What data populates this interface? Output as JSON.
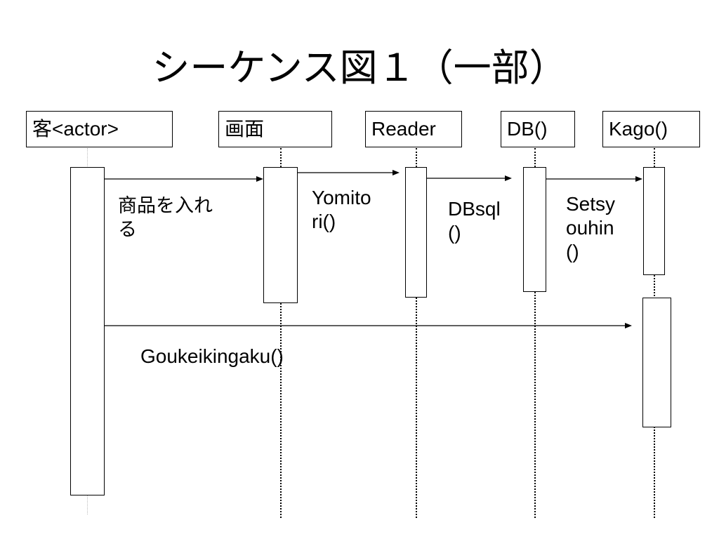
{
  "slide": {
    "title": "シーケンス図１（一部）"
  },
  "lifelines": [
    {
      "id": "customer",
      "label": "客<actor>"
    },
    {
      "id": "screen",
      "label": "画面"
    },
    {
      "id": "reader",
      "label": "Reader"
    },
    {
      "id": "db",
      "label": "DB()"
    },
    {
      "id": "kago",
      "label": "Kago()"
    }
  ],
  "messages": [
    {
      "from": "customer",
      "to": "screen",
      "label_line1": "商品を入れ",
      "label_line2": "る"
    },
    {
      "from": "screen",
      "to": "reader",
      "label_line1": "Yomito",
      "label_line2": "ri()"
    },
    {
      "from": "reader",
      "to": "db",
      "label_line1": "DBsql",
      "label_line2": "()"
    },
    {
      "from": "db",
      "to": "kago",
      "label_line1": "Setsy",
      "label_line2": "ouhin",
      "label_line3": "()"
    },
    {
      "from": "customer",
      "to": "kago",
      "label_line1": "Goukeikingaku()"
    }
  ]
}
